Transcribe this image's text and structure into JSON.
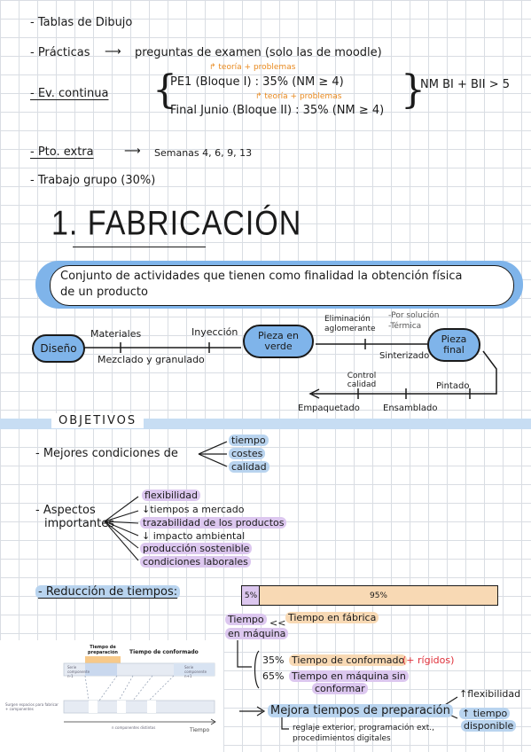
{
  "header": {
    "tablas": "- Tablas de Dibujo",
    "practicas_label": "- Prácticas",
    "practicas_arrow": "⟶",
    "practicas_value": "preguntas de examen (solo las de moodle)",
    "ev_continua": "- Ev. continua",
    "teoria_problemas_1": "↱ teoría + problemas",
    "pe1": "PE1 (Bloque I) : 35%  (NM ≥ 4)",
    "teoria_problemas_2": "↱ teoría + problemas",
    "final": "Final Junio (Bloque II) : 35%  (NM ≥ 4)",
    "nm_rule": "NM BI + BII > 5",
    "pto_extra_label": "- Pto. extra",
    "pto_extra_arrow": "⟶",
    "pto_extra_value": "Semanas 4, 6, 9, 13",
    "trabajo": "- Trabajo grupo (30%)"
  },
  "section_title": "1. FABRICACIÓN",
  "definition": {
    "line1": "Conjunto de actividades que tienen como finalidad la obtención física",
    "line2": "de un producto"
  },
  "flow": {
    "diseno": "Diseño",
    "materiales": "Materiales",
    "inyeccion": "Inyección",
    "mezclado": "Mezclado y granulado",
    "pieza_verde": "Pieza en verde",
    "eliminacion": "Eliminación aglomerante",
    "por_solucion": "-Por solución",
    "termica": "-Térmica",
    "sinterizado": "Sinterizado",
    "pieza_final": "Pieza final",
    "control": "Control calidad",
    "pintado": "Pintado",
    "empaquetado": "Empaquetado",
    "ensamblado": "Ensamblado"
  },
  "objetivos": {
    "title": "OBJETIVOS",
    "mejores": "- Mejores condiciones de",
    "items": [
      "tiempo",
      "costes",
      "calidad"
    ],
    "aspectos_1": "- Aspectos",
    "aspectos_2": "importantes",
    "aspectos_items": [
      "flexibilidad",
      "↓tiempos a mercado",
      "trazabilidad de los productos",
      "↓ impacto ambiental",
      "producción sostenible",
      "condiciones laborales"
    ]
  },
  "reduccion": {
    "label": "- Reducción de tiempos:",
    "bar_small": "5%",
    "bar_big": "95%",
    "small_share": 5,
    "big_share": 95,
    "tiempo_maquina_1": "Tiempo",
    "tiempo_maquina_2": "en máquina",
    "ll": "<<",
    "tiempo_fabrica": "Tiempo en fábrica",
    "pct35": "35%",
    "conformado": "Tiempo de conformado",
    "rigidos": "(+ rígidos)",
    "pct65": "65%",
    "sin_conformar_1": "Tiempo en máquina sin",
    "sin_conformar_2": "conformar",
    "mejora": "Mejora tiempos de preparación",
    "mejora_flex": "↑flexibilidad",
    "mejora_tiempo_1": "↑ tiempo",
    "mejora_tiempo_2": "disponible",
    "reglaje_1": "reglaje exterior, programación ext.,",
    "reglaje_2": "procedimientos digitales"
  },
  "embedded_diagram": {
    "tiempo_prep": "Tiempo de preparación",
    "tiempo_conf": "Tiempo de conformado",
    "serie_left": "Serie componente n-1",
    "serie_right": "Serie componente n+1",
    "surgen": "Surgen espacios para fabricar + componentes",
    "n_comp": "n componentes distintos",
    "tiempo_axis": "Tiempo"
  },
  "colors": {
    "blue_highlight": "#b9d4ef",
    "node_blue": "#7fb4ea",
    "purple": "#dcc7ef",
    "orange_fill": "#f8d9b4",
    "orange_text": "#e8891e",
    "red_text": "#e0303a"
  }
}
